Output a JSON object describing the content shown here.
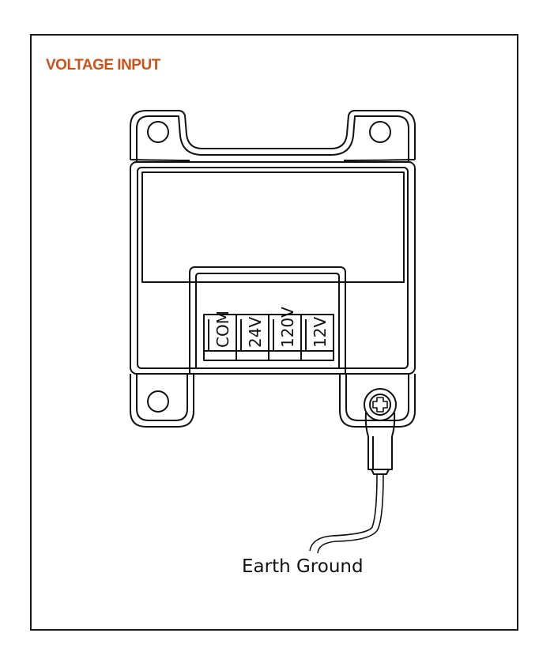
{
  "title": "VOLTAGE INPUT",
  "terminals": [
    {
      "label": "COM"
    },
    {
      "label": "24V"
    },
    {
      "label": "120V"
    },
    {
      "label": "12V"
    }
  ],
  "ground_label": "Earth Ground",
  "colors": {
    "title": "#c8531b",
    "line": "#111111",
    "frame": "#1a1a1a"
  }
}
